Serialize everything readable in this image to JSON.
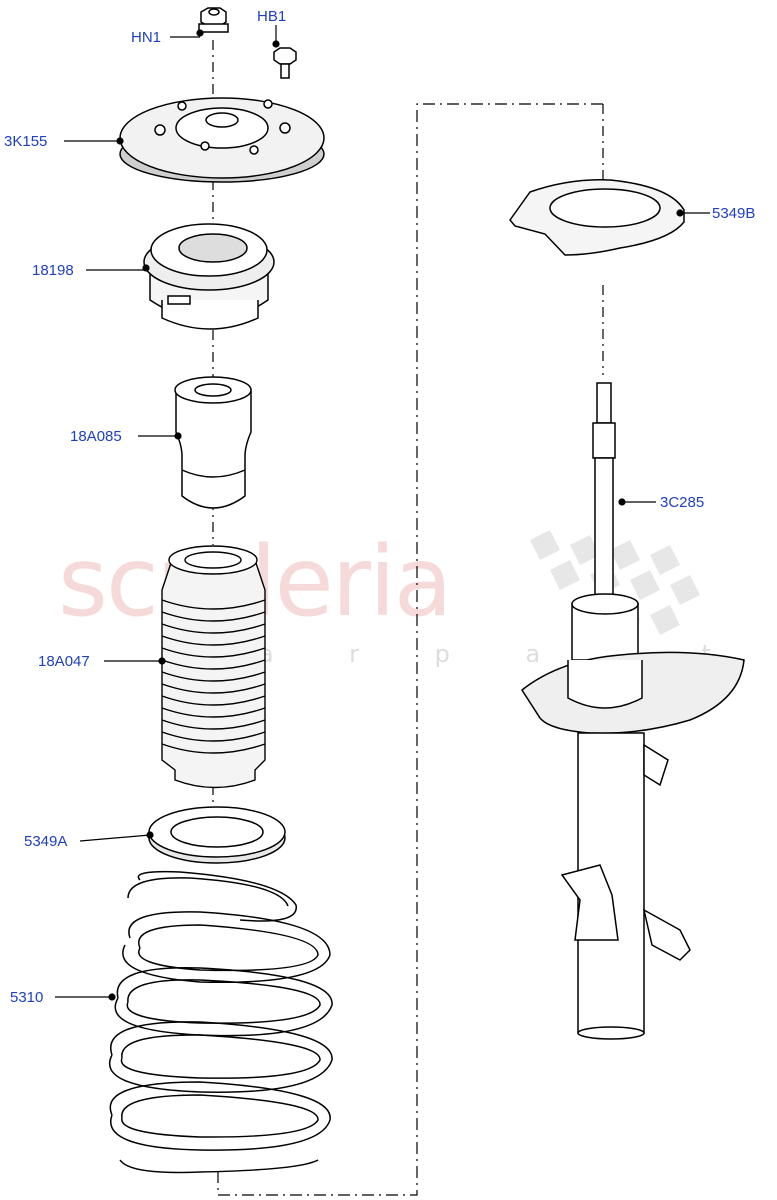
{
  "watermark": {
    "brand": "scuderia",
    "sub": "c a r p a r t s"
  },
  "callouts": {
    "HN1": "HN1",
    "HB1": "HB1",
    "top_mount_plate": "3K155",
    "bearing_mount": "18198",
    "bump_stop": "18A085",
    "dust_boot": "18A047",
    "lower_seat": "5349A",
    "coil_spring": "5310",
    "upper_seat": "5349B",
    "strut": "3C285"
  }
}
